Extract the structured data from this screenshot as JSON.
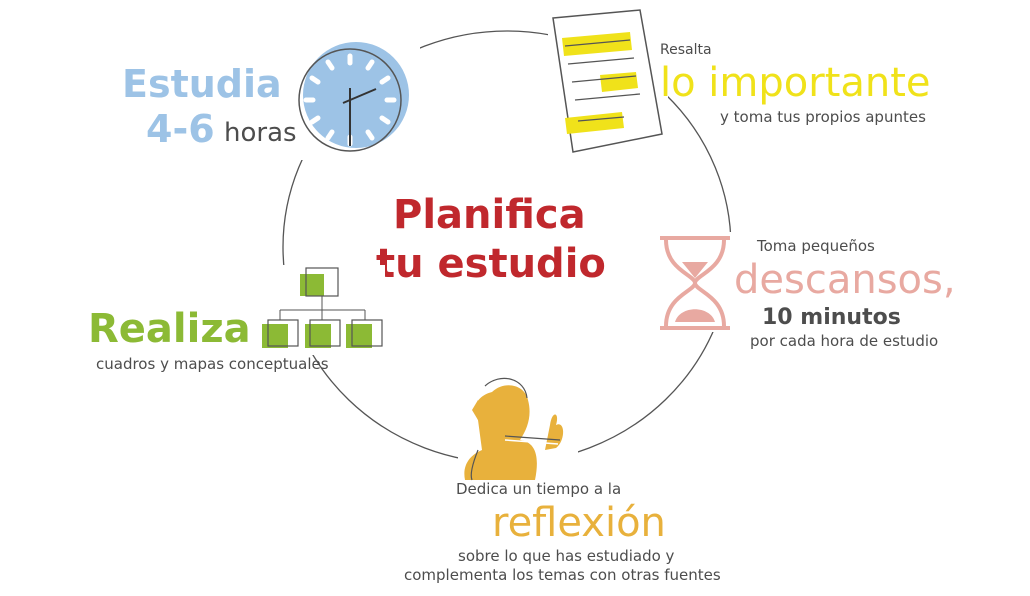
{
  "title": {
    "line1": "Planifica",
    "line2": "tu estudio"
  },
  "colors": {
    "blue": "#9dc3e6",
    "yellow": "#f0e21a",
    "pink": "#e8a9a1",
    "green": "#8cba35",
    "orange": "#e8b13c",
    "red": "#c0282d",
    "gray": "#4d4d4d"
  },
  "steps": {
    "estudia": {
      "word": "Estudia",
      "amount": "4-6",
      "unit": "horas",
      "icon": "clock-icon"
    },
    "resalta": {
      "pre": "Resalta",
      "highlight": "lo importante",
      "post": "y toma tus propios apuntes",
      "icon": "highlighted-document-icon"
    },
    "descansos": {
      "pre": "Toma pequeños",
      "highlight": "descansos,",
      "amount": "10 minutos",
      "post": "por cada hora de estudio",
      "icon": "hourglass-icon"
    },
    "reflexion": {
      "pre": "Dedica un tiempo a la",
      "highlight": "reflexión",
      "post1": "sobre lo que has estudiado y",
      "post2": "complementa los temas con otras fuentes",
      "icon": "thinking-child-icon"
    },
    "realiza": {
      "highlight": "Realiza",
      "post": "cuadros y mapas conceptuales",
      "icon": "concept-map-icon"
    }
  }
}
